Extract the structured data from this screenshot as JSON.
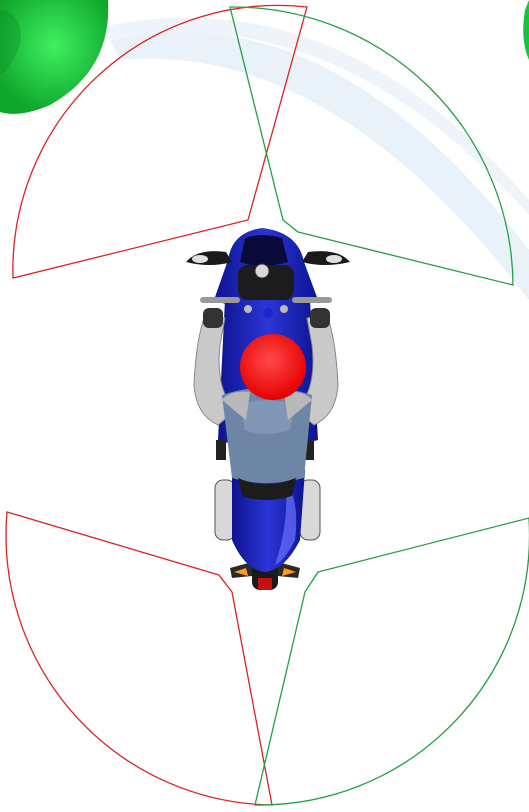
{
  "scene": {
    "subject": "motorcycle-rider-top-view",
    "helmet_color": "#ff1a1a",
    "bike_color": "#1a23b8",
    "jacket_color": "#6e86a6",
    "sleeve_color": "#c9c9c9",
    "wedge_colors": {
      "red": "#dd2222",
      "green": "#22a045"
    },
    "background_accents": {
      "green_button": "#19c23b",
      "swoosh": "#dfeaf3"
    },
    "wedges": [
      {
        "name": "front-left-red-wedge",
        "color": "red"
      },
      {
        "name": "front-right-green-wedge",
        "color": "green"
      },
      {
        "name": "rear-left-red-wedge",
        "color": "red"
      },
      {
        "name": "rear-right-green-wedge",
        "color": "green"
      }
    ]
  }
}
